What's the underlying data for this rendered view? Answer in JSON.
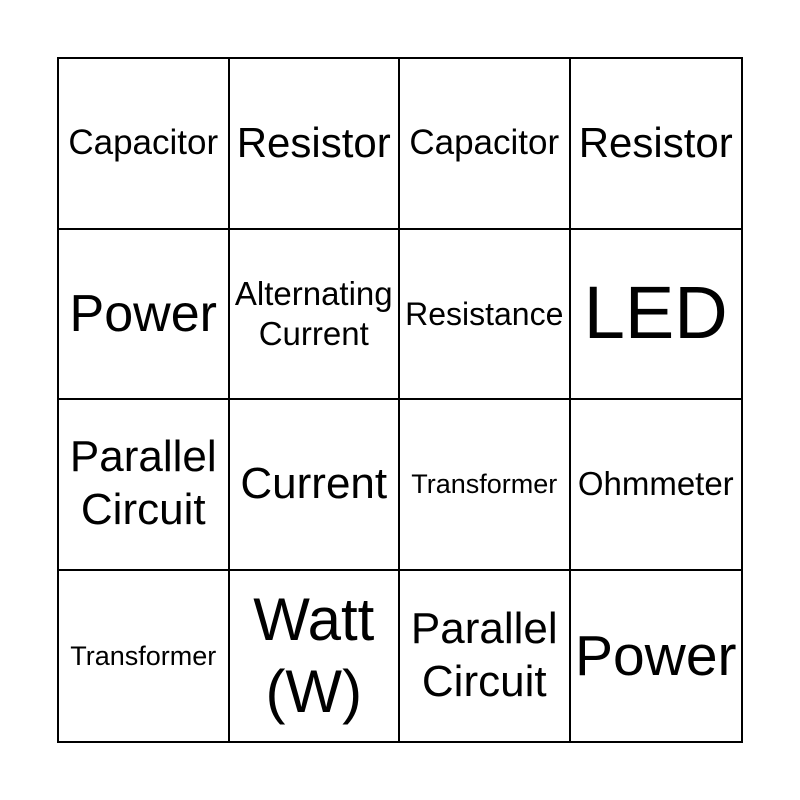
{
  "card": {
    "rows": [
      [
        "Capacitor",
        "Resistor",
        "Capacitor",
        "Resistor"
      ],
      [
        "Power",
        "Alternating Current",
        "Resistance",
        "LED"
      ],
      [
        "Parallel Circuit",
        "Current",
        "Transformer",
        "Ohmmeter"
      ],
      [
        "Transformer",
        "Watt (W)",
        "Parallel Circuit",
        "Power"
      ]
    ]
  },
  "colors": {
    "grid_border": "#000000",
    "cell_text": "#000000",
    "background": "#ffffff"
  }
}
